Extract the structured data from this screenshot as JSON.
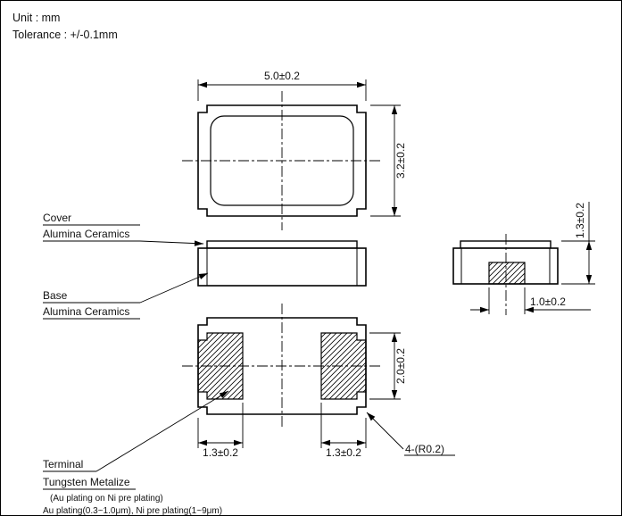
{
  "meta": {
    "unit": "Unit : mm",
    "tolerance": "Tolerance : +/-0.1mm"
  },
  "top_view": {
    "width_dim": "5.0±0.2",
    "height_dim": "3.2±0.2"
  },
  "front_view": {
    "cover_label": "Cover",
    "cover_material": "Alumina Ceramics",
    "base_label": "Base",
    "base_material": "Alumina Ceramics"
  },
  "end_view": {
    "height_dim": "1.3±0.2",
    "pad_width_dim": "1.0±0.2"
  },
  "bottom_view": {
    "pad_height_dim": "2.0±0.2",
    "pad_width_left_dim": "1.3±0.2",
    "pad_width_right_dim": "1.3±0.2",
    "corner_note": "4-(R0.2)"
  },
  "notes": {
    "terminal": "Terminal",
    "metalize": "Tungsten Metalize",
    "plating": "(Au plating on Ni pre plating)",
    "plating_detail": "Au plating(0.3~1.0μm), Ni pre plating(1~9μm)"
  },
  "colors": {
    "line": "#000000",
    "background": "#ffffff"
  }
}
